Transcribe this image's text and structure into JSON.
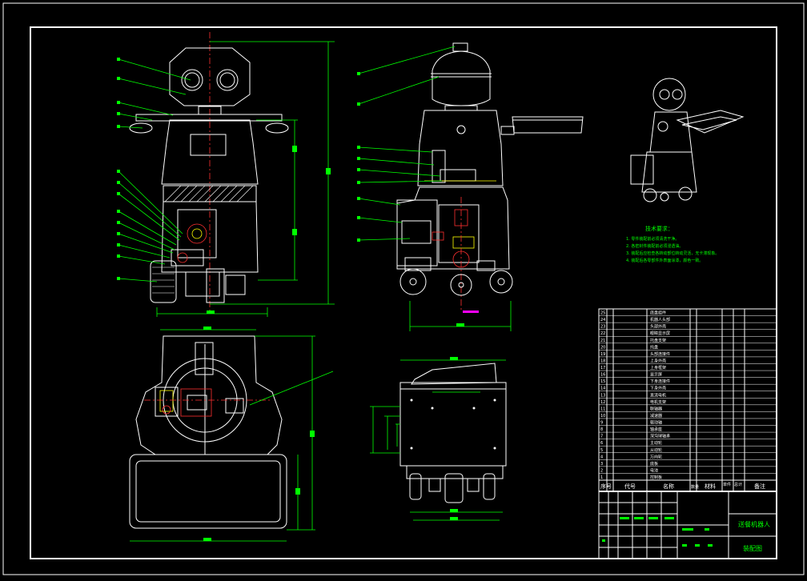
{
  "colors": {
    "background": "#000000",
    "outline": "#ffffff",
    "dimension": "#00ff00",
    "detail_red": "#ff3030",
    "detail_yellow": "#ffff00",
    "section_mark": "#ff00ff",
    "notes_text": "#00ff00",
    "title_text": "#00ff00"
  },
  "drawing": {
    "views": [
      "front-view",
      "side-view",
      "top-view",
      "bottom-view",
      "isometric-view"
    ],
    "notes": {
      "title": "技术要求：",
      "lines": [
        "1. 零件装配前必须清洗干净。",
        "2. 各密封件装配前必须浸透油。",
        "3. 装配后应检查各转动部位转动灵活，无卡滞现象。",
        "4. 装配后各零部件外表面涂漆，颜色一致。"
      ]
    },
    "title_block": {
      "header": [
        "序号",
        "代号",
        "名称",
        "数量",
        "材料",
        "单件",
        "总计",
        "备注"
      ],
      "drawing_name": "送餐机器人",
      "drawing_type": "装配图",
      "parts": [
        "底盘组件",
        "机器人头部",
        "头部外壳",
        "眼睛显示屏",
        "托盘支架",
        "托盘",
        "头部连接件",
        "上身外壳",
        "上身框架",
        "显示屏",
        "下身连接件",
        "下身外壳",
        "直流电机",
        "电机支架",
        "联轴器",
        "减速器",
        "驱动轴",
        "轴承座",
        "深沟球轴承",
        "主动轮",
        "从动轮",
        "万向轮",
        "底板",
        "电池",
        "控制板"
      ]
    }
  }
}
